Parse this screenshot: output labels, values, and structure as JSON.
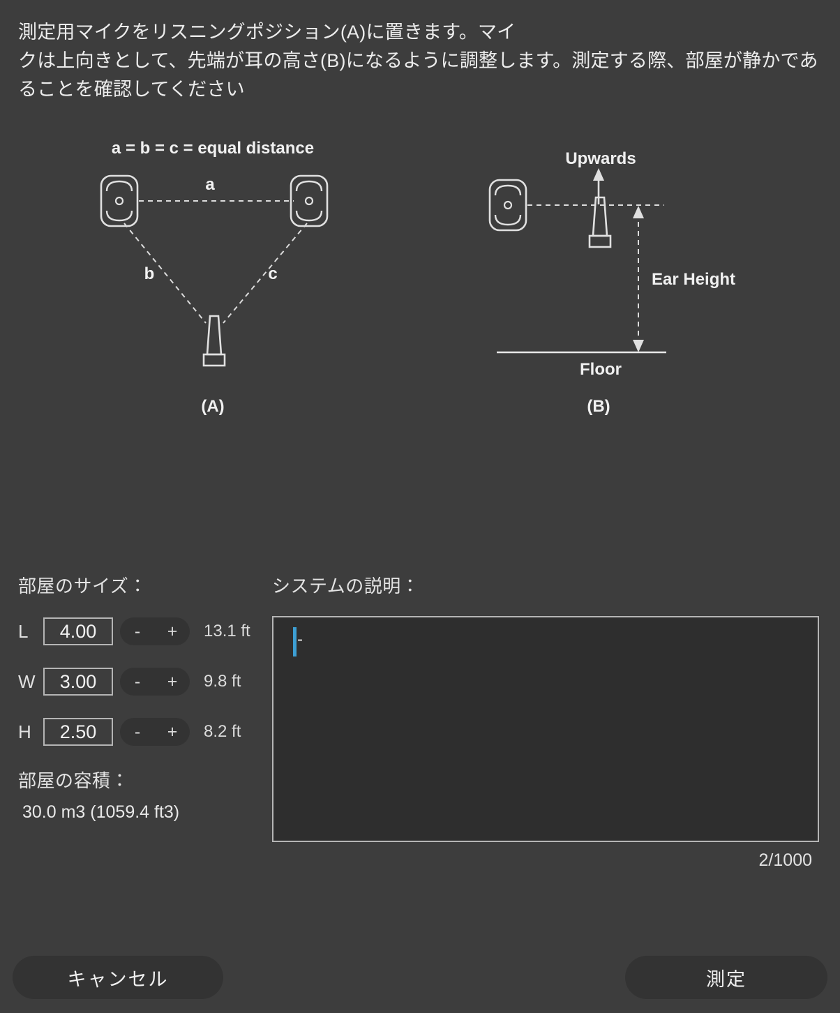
{
  "instructions": {
    "line1": "測定用マイクをリスニングポジション(A)に置きます。マイ",
    "line2": "クは上向きとして、先端が耳の高さ(B)になるように調整します。測定する際、部屋が静かであることを確認してください"
  },
  "diagram_a": {
    "title": "a = b = c = equal distance",
    "label_a": "a",
    "label_b": "b",
    "label_c": "c",
    "caption": "(A)"
  },
  "diagram_b": {
    "upwards": "Upwards",
    "ear_height": "Ear Height",
    "floor": "Floor",
    "caption": "(B)"
  },
  "room_size": {
    "heading": "部屋のサイズ：",
    "rows": [
      {
        "label": "L",
        "value": "4.00",
        "minus": "-",
        "plus": "+",
        "feet": "13.1 ft"
      },
      {
        "label": "W",
        "value": "3.00",
        "minus": "-",
        "plus": "+",
        "feet": "9.8 ft"
      },
      {
        "label": "H",
        "value": "2.50",
        "minus": "-",
        "plus": "+",
        "feet": "8.2 ft"
      }
    ]
  },
  "volume": {
    "heading": "部屋の容積：",
    "value": "30.0 m3 (1059.4 ft3)"
  },
  "description": {
    "heading": "システムの説明：",
    "value": "-",
    "char_count": "2/1000"
  },
  "footer": {
    "cancel_label": "キャンセル",
    "measure_label": "測定"
  },
  "colors": {
    "background": "#3d3d3d",
    "panel": "#333333",
    "field_background": "#2e2e2e",
    "border": "#b5b5b5",
    "text": "#e8e8e8",
    "caret": "#3d9fd4",
    "diagram_stroke": "#e0e0e0"
  }
}
